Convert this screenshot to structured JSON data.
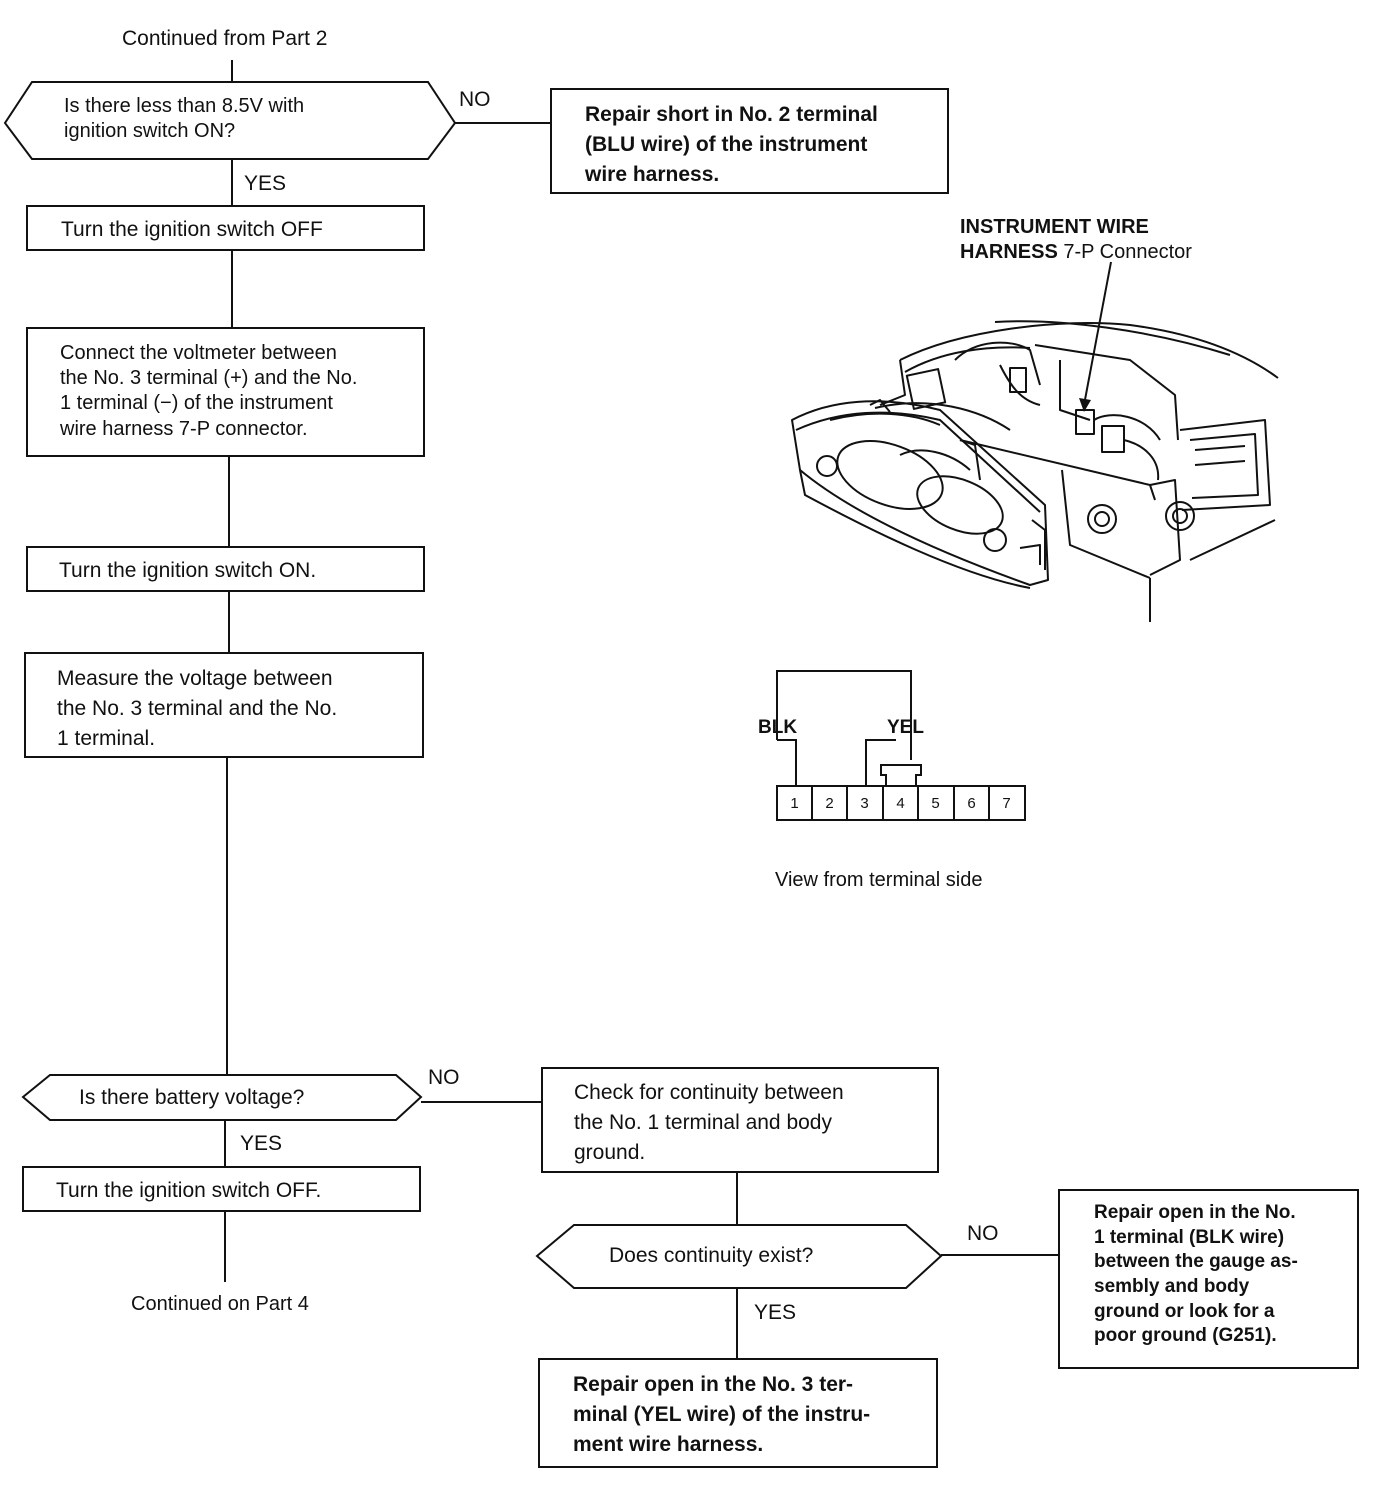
{
  "header": {
    "continued_from": "Continued from Part 2"
  },
  "footer": {
    "continued_on": "Continued on Part 4"
  },
  "flow": {
    "q1": {
      "text": "Is there less than 8.5V with\nignition switch ON?",
      "no": "NO",
      "yes": "YES"
    },
    "r1": {
      "text": "Repair short in No. 2 terminal\n(BLU wire) of the instrument\nwire harness."
    },
    "s1": {
      "text": "Turn the ignition switch OFF"
    },
    "s2": {
      "text": "Connect the voltmeter between\nthe No. 3 terminal (+) and the No.\n1 terminal (−) of the instrument\nwire harness 7-P connector."
    },
    "s3": {
      "text": "Turn the ignition switch ON."
    },
    "s4": {
      "text": "Measure the voltage between\nthe No. 3 terminal and the No.\n1 terminal."
    },
    "q2": {
      "text": "Is there battery voltage?",
      "no": "NO",
      "yes": "YES"
    },
    "s5": {
      "text": "Turn the ignition switch OFF."
    },
    "c1": {
      "text": "Check for continuity between\nthe No. 1 terminal and body\nground."
    },
    "q3": {
      "text": "Does continuity exist?",
      "no": "NO",
      "yes": "YES"
    },
    "r2": {
      "text": "Repair open in the No.\n1 terminal (BLK wire)\nbetween the gauge as-\nsembly and body\nground or look for a\npoor ground (G251)."
    },
    "r3": {
      "text": "Repair open in the No. 3 ter-\nminal (YEL wire) of the instru-\nment wire harness."
    }
  },
  "illustration": {
    "label_bold": "INSTRUMENT WIRE\nHARNESS",
    "label_rest": " 7-P Connector",
    "wire_blk": "BLK",
    "wire_yel": "YEL",
    "pins": [
      "1",
      "2",
      "3",
      "4",
      "5",
      "6",
      "7"
    ],
    "caption": "View from terminal side"
  }
}
